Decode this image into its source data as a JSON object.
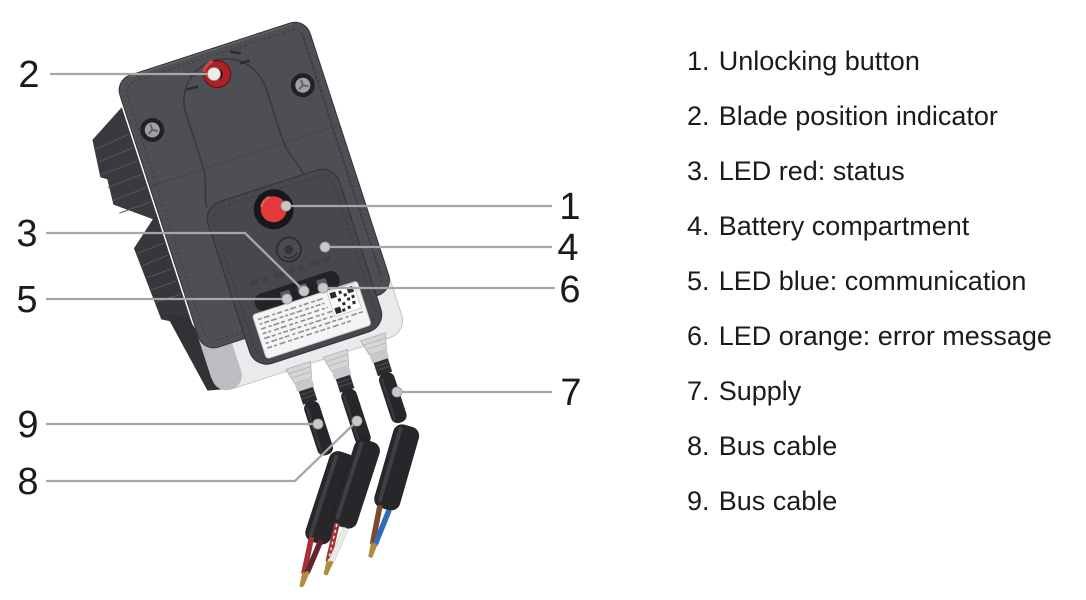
{
  "legend": {
    "items": [
      {
        "number": "1.",
        "label": "Unlocking button"
      },
      {
        "number": "2.",
        "label": "Blade position indicator"
      },
      {
        "number": "3.",
        "label": "LED red: status"
      },
      {
        "number": "4.",
        "label": "Battery compartment"
      },
      {
        "number": "5.",
        "label": "LED blue: communication"
      },
      {
        "number": "6.",
        "label": "LED orange: error message"
      },
      {
        "number": "7.",
        "label": "Supply"
      },
      {
        "number": "8.",
        "label": "Bus cable"
      },
      {
        "number": "9.",
        "label": "Bus cable"
      }
    ]
  },
  "callouts": [
    {
      "number": "1"
    },
    {
      "number": "2"
    },
    {
      "number": "3"
    },
    {
      "number": "4"
    },
    {
      "number": "5"
    },
    {
      "number": "6"
    },
    {
      "number": "7"
    },
    {
      "number": "8"
    },
    {
      "number": "9"
    }
  ],
  "colors": {
    "text": "#1b1b1b",
    "leader_line": "#a7a7a7",
    "leader_dot": "#c8c8c8",
    "knob_dot": "#ececec",
    "indicator_red": "#ad2023",
    "button_red": "#e23a38",
    "device_body": "#4e4f54",
    "device_panel": "#47484d",
    "device_base": "#eaeaec",
    "cable_black": "#26262b",
    "wire_red": "#a33136",
    "wire_dark_red": "#5d2630",
    "wire_white": "#e9e9e7",
    "wire_brown": "#7a4a26",
    "wire_blue": "#2f6cb3",
    "ferrule_gold": "#b08c40",
    "led_window": "#5a5b60"
  }
}
